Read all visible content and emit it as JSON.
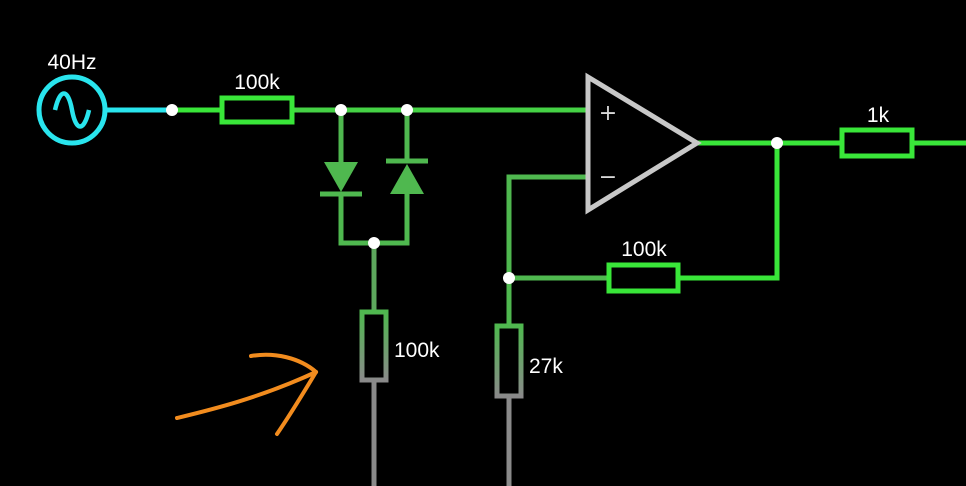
{
  "source": {
    "label": "40Hz",
    "color": "#29e5ee"
  },
  "resistors": {
    "r_input": {
      "label": "100k"
    },
    "r_clip": {
      "label": "100k"
    },
    "r_feedback": {
      "label": "100k"
    },
    "r_ground": {
      "label": "27k"
    },
    "r_output": {
      "label": "1k"
    }
  },
  "opamp": {
    "plus": "+",
    "minus": "−",
    "color": "#c8c8c8"
  },
  "colors": {
    "wire_bright": "#39e639",
    "wire_mid": "#4fb84f",
    "wire_dim": "#5d8f5d",
    "wire_ground": "#8a8a8a",
    "node": "#ffffff",
    "annotation": "#f28c1e"
  },
  "annotation": {
    "kind": "hand-drawn arrow",
    "points_to": "r_clip"
  }
}
